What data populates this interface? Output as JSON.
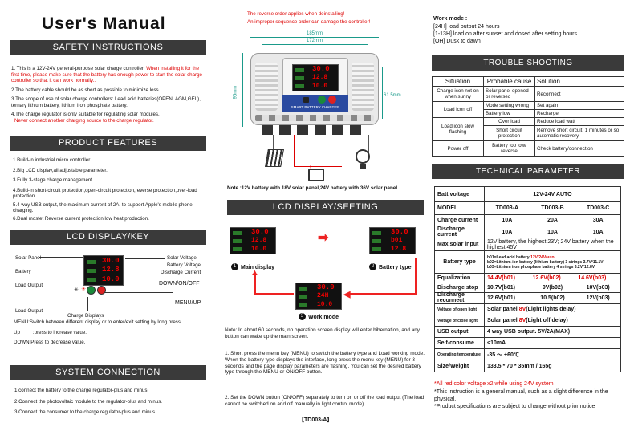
{
  "title": "User's Manual",
  "safety": {
    "heading": "SAFETY INSTRUCTIONS",
    "p1a": "1. This is a 12V-24V general-purpose solar charge controller. ",
    "p1b": "When installing it for the first time, please make sure that the battery has enough power to start the solar charge controller so that it can work normally..",
    "p2": "2.The battery cable should be as short as possible to minimize loss.",
    "p3": "3.The scope of use of solar  charge controllers:  Lead acid batteries(OPEN, AGM,GEL), ternary lithium battery, lithium iron phosphate battery.",
    "p4a": "4.The charge regulator is only suitable for regulating solar modules.",
    "p4b": "Never connect another charging source to the charge regulator."
  },
  "features": {
    "heading": "PRODUCT FEATURES",
    "items": [
      "1.Build-in industrial micro controller.",
      "2.Big LCD display,all adjustable parameter.",
      "3.Fully 3-stage  charge management.",
      "4.Build-in short-circuit protection,open-circuit protection,reverse protection,over-load protection.",
      "5.4 way USB output, the maximum current of 2A, to support Apple's mobile phone charging.",
      "6.Dual mosfet Reverse current protection,low heat production."
    ]
  },
  "lcdkey": {
    "heading": "LCD DISPLAY/KEY",
    "solar_panel": "Solar Panel",
    "battery": "Battery",
    "load_output": "Load Output",
    "solar_voltage": "Solar Voltage",
    "battery_voltage": "Battery Voltage",
    "discharge_current": "Discharge Current",
    "down_on_off": "DOWN/ON/OFF",
    "menu_up": "MENU/UP",
    "load_output2": "Load Output",
    "charge_displays": "Charge Displays",
    "menu_desc": "MENU:Switch between different display or to enter/exit setting by long press.",
    "up_label": "Up",
    "up_desc": ":press to increase value.",
    "down_desc": "DOWN:Press to decrease value.",
    "lcd_vals": [
      "30.0",
      "12.8",
      "10.0"
    ]
  },
  "system": {
    "heading": "SYSTEM CONNECTION",
    "items": [
      "1.connect the battery to the charge regulator-plus and minus.",
      "2.Connect the photovoltaic module to the regulator-plus and minus.",
      "3.Connect the consumer to the charge regulator-plus and minus."
    ]
  },
  "warning": {
    "l1": "The reverse order applies when deinstalling!",
    "l2": "An improper sequence order can damage the controller!"
  },
  "device": {
    "dim_outer": "185mm",
    "dim_inner": "172mm",
    "dim_height": "95mm",
    "dim_right": "61.5mm",
    "brand": "SMART BATTERY CHARGER",
    "note": "Note :12V battery with 18V solar panel,24V battery with 36V solar panel",
    "lcd_vals": [
      "30.0",
      "12.8",
      "10.0"
    ]
  },
  "lcdset": {
    "heading": "LCD DISPLAY/SEETING",
    "main": "Main display",
    "btype": "Battery type",
    "wmode": "Work mode",
    "n1": "1",
    "n2": "2",
    "n3": "3",
    "screen1": [
      "30.0",
      "12.8",
      "10.0"
    ],
    "screen2": [
      "30.0",
      "b01",
      "12.8"
    ],
    "screen3": [
      "30.0",
      "24H",
      "10.0"
    ],
    "note": "Note: In about 60 seconds, no operation screen display will enter hibernation, and any button can wake up the main screen.",
    "p1": "1. Short press the menu key (MENU) to switch the battery type and Load working mode. When the battery type displays the interface, long press the menu key (MENU) for 3 seconds and the page display parameters are flashing. You can set the desired battery type through the MENU or ON/OFF button.",
    "p2": "2. Set the DOWN button (ON/OFF) separately to turn on or off the load output (The load cannot be switched on and off manually in light control mode).",
    "model": "【TD003-A】"
  },
  "workmode": {
    "title": "Work mode :",
    "l1": "[24H]    load output 24 hours",
    "l2": "[1-13H] load on after sunset and dosed after setting hours",
    "l3": "[OH]     Dusk to dawn"
  },
  "trouble": {
    "heading": "TROUBLE SHOOTING",
    "cols": [
      "Situation",
      "Probable cause",
      "Solution"
    ],
    "rows": [
      [
        "Charge icon not on when sunny",
        "Solar panel opened or reversed",
        "Reconnect"
      ],
      [
        "Load icon off",
        "Mode setting wrong",
        "Set again"
      ],
      [
        "",
        "Battery low",
        "Recharge"
      ],
      [
        "Load icon slow flashing",
        "Over load",
        "Reduce load watt"
      ],
      [
        "",
        "Short circuit protection",
        "Remove short circuit, 1 minutes or so automatic recovery"
      ],
      [
        "Power off",
        "Battery too low/ reverse",
        "Check battery/connection"
      ]
    ]
  },
  "tech": {
    "heading": "TECHNICAL PARAMETER",
    "battery_voltage": [
      "Batt voltage",
      "12V-24V AUTO"
    ],
    "model": [
      "MODEL",
      "TD003-A",
      "TD003-B",
      "TD003-C"
    ],
    "charge_current": [
      "Charge current",
      "10A",
      "20A",
      "30A"
    ],
    "discharge_current": [
      "Discharge current",
      "10A",
      "10A",
      "10A"
    ],
    "max_solar": [
      "Max solar input",
      "12V battery, the highest 23V; 24V battery when the highest 45V"
    ],
    "battery_type": [
      "Battery type",
      "b01=Lead acid battery ",
      "12V/24Vauto",
      "b02=Lithium-ion battery (lithium battery) 3 strings 3.7V*11.1V",
      "b03=Lithium iron phosphate battery 4 strings 3.2V*12.8V"
    ],
    "equalization": [
      "Equalization",
      "14.4V(b01)",
      "12.6V(b02)",
      "14.6V(b03)"
    ],
    "discharge_stop": [
      "Discharge stop",
      "10.7V(b01)",
      "9V(b02)",
      "10V(b03)"
    ],
    "discharge_reconnect": [
      "Discharge reconnect",
      "12.6V(b01)",
      "10.5(b02)",
      "12V(b03)"
    ],
    "open_light": [
      "Voltage of open light",
      "Solar panel ",
      "8V",
      "(Light lights delay)"
    ],
    "close_light": [
      "Voltage of close light",
      "Solar panel ",
      "8V",
      "(Light off delay)"
    ],
    "usb": [
      "USB output",
      "4 way USB output.  5V/2A(MAX)"
    ],
    "self": [
      "Self-consume",
      "<10mA"
    ],
    "temp": [
      "Operating temperature",
      "-35 ～ +60℃"
    ],
    "size": [
      "Size/Weight",
      "133.5 * 70 * 35mm  / 165g"
    ]
  },
  "notes": {
    "n1": "*All red color voltage x2 while using 24V system",
    "n2": "*This instruction is a general manual, such as a slight difference in the physical.",
    "n3": "*Product specifications are subject to change without prior notice"
  },
  "colors": {
    "header_bg": "#3a3a3a",
    "red": "#dd0000",
    "teal": "#1a9a8a",
    "lcd_bg": "#111111"
  }
}
